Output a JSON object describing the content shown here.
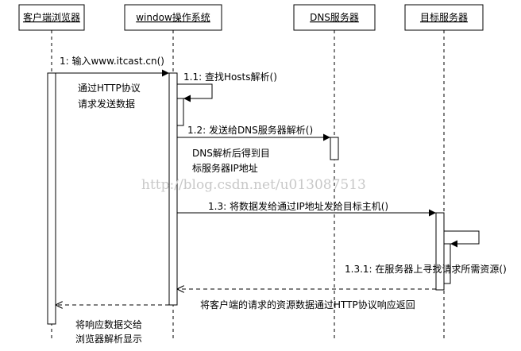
{
  "participants": [
    "客户端浏览器",
    "window操作系统",
    "DNS服务器",
    "目标服务器"
  ],
  "messages": {
    "m1": "1: 输入www.itcast.cn()",
    "m11": "1.1: 查找Hosts解析()",
    "m12": "1.2: 发送给DNS服务器解析()",
    "m13": "1.3: 将数据发给通过IP地址发给目标主机()",
    "m131": "1.3.1: 在服务器上寻找请求所需资源()",
    "ret1": "将客户端的请求的资源数据通过HTTP协议响应返回"
  },
  "notes": {
    "n1_line1": "通过HTTP协议",
    "n1_line2": "请求发送数据",
    "n2_line1": "DNS解析后得到目",
    "n2_line2": "标服务器IP地址",
    "n3_line1": "将响应数据交给",
    "n3_line2": "浏览器解析显示"
  },
  "watermark": "http://blog.csdn.net/u013087513",
  "colors": {
    "line": "#000000",
    "watermark": "#c8c8c8",
    "box_fill": "#ffffff"
  }
}
